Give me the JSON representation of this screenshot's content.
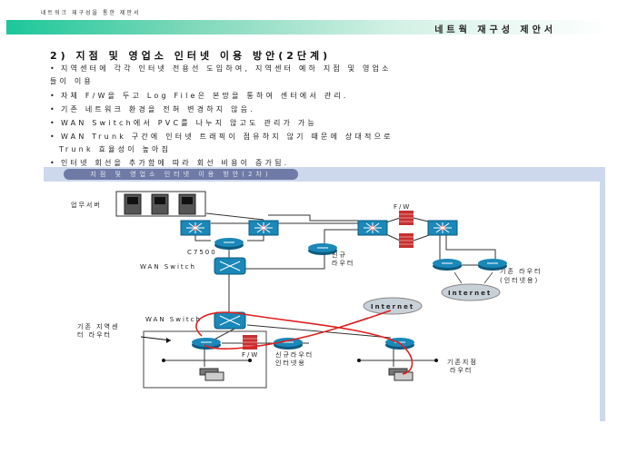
{
  "header": {
    "small_title": "네트워크 재구성을 통한 제안서",
    "bar_title": "네트웍 재구성 제안서"
  },
  "heading": "2) 지점 및 영업소 인터넷 이용 방안(2단계)",
  "bullets": [
    {
      "line1": "지역센터에 각각 인터넷 전용선 도입하여, 지역센터 예하 지점 및 영업소",
      "line2": "들이  이용"
    },
    {
      "line1": "자체 F/W을 두고 Log File은 본망을 통하여 센터에서 관리."
    },
    {
      "line1": "기존 네트워크 환경을 전혀 변경하지 않음."
    },
    {
      "line1": "WAN Switch에서 PVC를 나누지 않고도 관리가 가능"
    },
    {
      "line1": "WAN Trunk 구간에 인터넷 트래픽이 점유하지 않기 때문에 상대적으로",
      "line2": "Trunk 효율성이 높아짐"
    },
    {
      "line1": "인터넷 회선을 추가함에 따라 회선 비용이 증가됨."
    }
  ],
  "diagram": {
    "title": "지점 및 영업소 인터넷 이용 방안(2차)",
    "labels": {
      "servers": "업무서버",
      "c7500": "C7500",
      "wan_switch_top": "WAN Switch",
      "fw_top": "F/W",
      "new_router_top_1": "신규",
      "new_router_top_2": "라우터",
      "existing_router_1": "기존 라우터",
      "existing_router_2": "(인터넷용)",
      "internet_right": "Internet",
      "internet_mid": "Internet",
      "wan_switch_bottom": "WAN Switch",
      "regional_router_1": "기존 지역센",
      "regional_router_2": "터 라우터",
      "fw_bottom": "F/W",
      "new_router_bottom_1": "신규라우터",
      "new_router_bottom_2": "인터넷용",
      "branch_router_1": "기존지점",
      "branch_router_2": "라우터"
    },
    "colors": {
      "device": "#1a88b8",
      "firewall": "#c83030",
      "traffic_path": "#e02020",
      "cloud": "#c8d0d8"
    }
  }
}
